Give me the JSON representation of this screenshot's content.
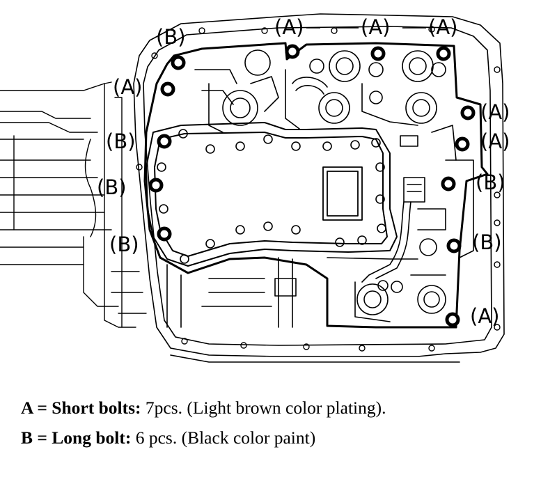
{
  "diagram": {
    "callouts": [
      {
        "id": "b1",
        "text": "(B)"
      },
      {
        "id": "a1",
        "text": "(A)"
      },
      {
        "id": "a2",
        "text": "(A)"
      },
      {
        "id": "a3",
        "text": "(A)"
      },
      {
        "id": "a4",
        "text": "(A)"
      },
      {
        "id": "a5",
        "text": "(A)"
      },
      {
        "id": "a6",
        "text": "(A)"
      },
      {
        "id": "a7",
        "text": "(A)"
      },
      {
        "id": "b2",
        "text": "(B)"
      },
      {
        "id": "b3",
        "text": "(B)"
      },
      {
        "id": "b4",
        "text": "(B)"
      },
      {
        "id": "b5",
        "text": "(B)"
      },
      {
        "id": "b6",
        "text": "(B)"
      }
    ]
  },
  "legend": {
    "a": {
      "key": "A = Short bolts:",
      "detail": " 7pcs. (Light brown color plating)."
    },
    "b": {
      "key": "B = Long bolt:",
      "detail": " 6 pcs. (Black color paint)"
    }
  }
}
